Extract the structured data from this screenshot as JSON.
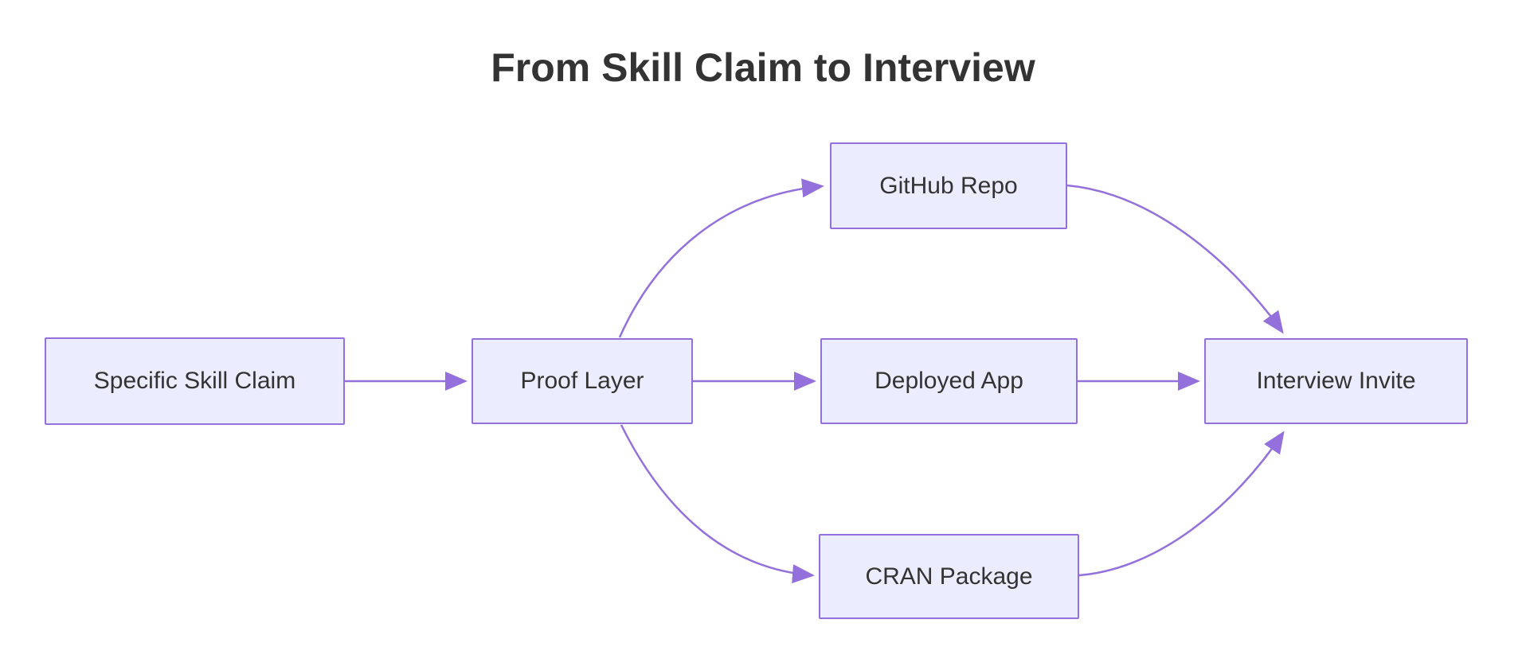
{
  "title": "From Skill Claim to Interview",
  "diagram": {
    "nodes": [
      {
        "id": "A",
        "label": "Specific Skill Claim"
      },
      {
        "id": "B",
        "label": "Proof Layer"
      },
      {
        "id": "C",
        "label": "GitHub Repo"
      },
      {
        "id": "D",
        "label": "Deployed App"
      },
      {
        "id": "E",
        "label": "CRAN Package"
      },
      {
        "id": "F",
        "label": "Interview Invite"
      }
    ],
    "edges": [
      {
        "from": "A",
        "to": "B"
      },
      {
        "from": "B",
        "to": "C"
      },
      {
        "from": "B",
        "to": "D"
      },
      {
        "from": "B",
        "to": "E"
      },
      {
        "from": "C",
        "to": "F"
      },
      {
        "from": "D",
        "to": "F"
      },
      {
        "from": "E",
        "to": "F"
      }
    ]
  },
  "colors": {
    "background": "#FFFFFF",
    "node_fill": "#ECECFF",
    "node_border": "#9370DB",
    "edge": "#9370DB",
    "text": "#333333"
  }
}
